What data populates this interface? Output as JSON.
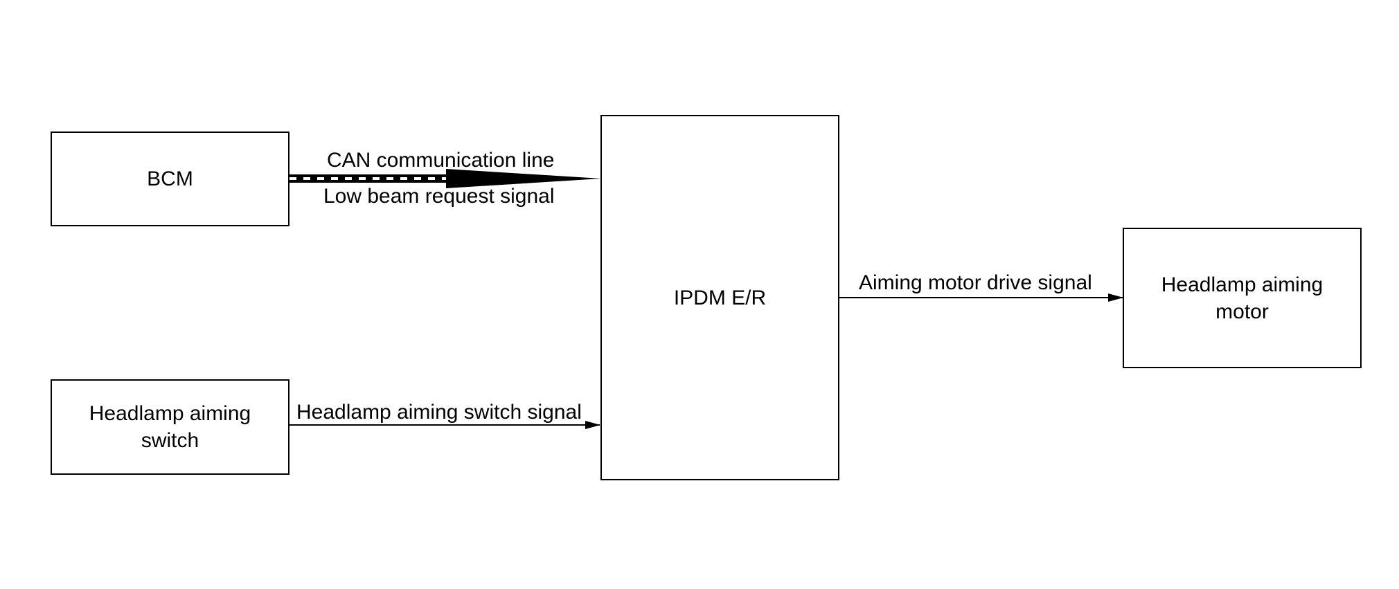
{
  "blocks": {
    "bcm": "BCM",
    "aiming_switch": "Headlamp aiming\nswitch",
    "ipdm": "IPDM E/R",
    "aiming_motor": "Headlamp aiming\nmotor"
  },
  "signals": {
    "can_line": "CAN communication line",
    "low_beam": "Low beam request signal",
    "aiming_switch_signal": "Headlamp aiming switch signal",
    "motor_drive_signal": "Aiming motor drive signal"
  }
}
